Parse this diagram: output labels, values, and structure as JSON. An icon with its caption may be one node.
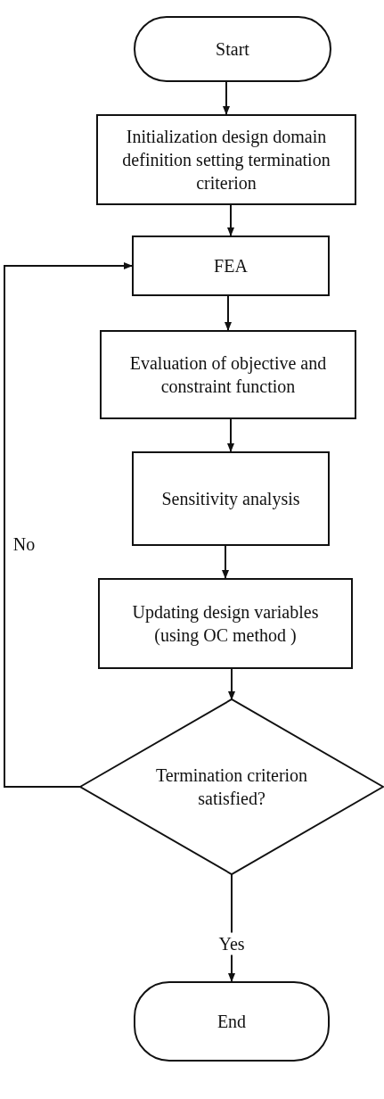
{
  "diagram": {
    "nodes": [
      {
        "text": [
          "Start"
        ]
      },
      {
        "text": [
          "Initialization design domain definition setting termination criterion"
        ]
      },
      {
        "text": [
          "FEA"
        ]
      },
      {
        "text": [
          "Evaluation of objective and constraint function"
        ]
      },
      {
        "text": [
          "Sensitivity analysis"
        ]
      },
      {
        "text": [
          "Updating design variables (using OC method )"
        ]
      },
      {
        "text": [
          "Termination criterion satisfied?"
        ]
      },
      {
        "text": [
          "End"
        ]
      }
    ],
    "edges": [
      {
        "from": 0,
        "to": 1,
        "arrow": "to"
      },
      {
        "from": 1,
        "to": 2,
        "arrow": "to"
      },
      {
        "from": 2,
        "to": 3,
        "arrow": "to"
      },
      {
        "from": 3,
        "to": 4,
        "arrow": "to"
      },
      {
        "from": 4,
        "to": 5,
        "arrow": "to"
      },
      {
        "from": 5,
        "to": 6,
        "arrow": "to"
      },
      {
        "from": 6,
        "to": 7,
        "arrow": "to",
        "label": "Yes"
      },
      {
        "from": 6,
        "to": 2,
        "arrow": "to",
        "label": "No"
      }
    ]
  }
}
